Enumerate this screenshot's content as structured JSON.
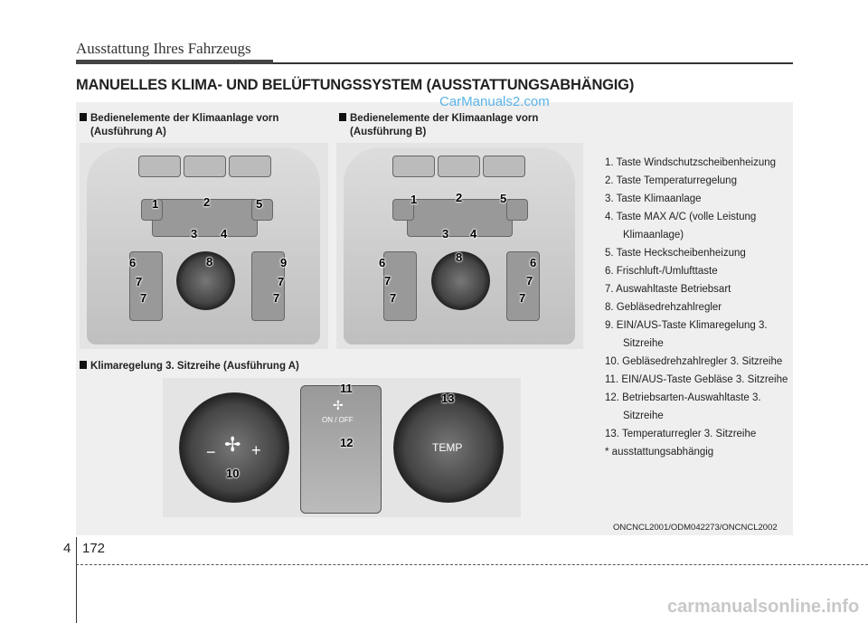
{
  "header": {
    "section": "Ausstattung Ihres Fahrzeugs"
  },
  "title": "MANUELLES KLIMA- UND BELÜFTUNGSSYSTEM (AUSSTATTUNGSABHÄNGIG)",
  "watermark": "CarManuals2.com",
  "captions": {
    "a": [
      "Bedienelemente der Klimaanlage vorn",
      "(Ausführung A)"
    ],
    "b": [
      "Bedienelemente der Klimaanlage vorn",
      "(Ausführung B)"
    ],
    "c": "Klimaregelung 3. Sitzreihe (Ausführung A)"
  },
  "callouts_a": [
    "1",
    "2",
    "5",
    "3",
    "4",
    "6",
    "8",
    "9",
    "7",
    "7",
    "7",
    "7"
  ],
  "callouts_b": [
    "1",
    "2",
    "5",
    "3",
    "4",
    "6",
    "8",
    "6",
    "7",
    "7",
    "7",
    "7"
  ],
  "callouts_c": [
    "11",
    "12",
    "10",
    "13"
  ],
  "panel_labels": {
    "onoff": "ON / OFF",
    "temp": "TEMP",
    "minus": "−",
    "plus": "+"
  },
  "legend": [
    "1. Taste Windschutzscheibenheizung",
    "2. Taste Temperaturregelung",
    "3. Taste Klimaanlage",
    "4. Taste MAX A/C (volle Leistung Klimaanlage)",
    "5. Taste Heckscheibenheizung",
    "6. Frischluft-/Umlufttaste",
    "7. Auswahltaste Betriebsart",
    "8. Gebläsedrehzahlregler",
    "9. EIN/AUS-Taste Klimaregelung 3. Sitzreihe",
    "10. Gebläsedrehzahlregler 3. Sitzreihe",
    "11. EIN/AUS-Taste Gebläse 3. Sitzreihe",
    "12. Betriebsarten-Auswahltaste 3. Sitzreihe",
    "13. Temperaturregler 3. Sitzreihe",
    "* ausstattungsabhängig"
  ],
  "image_code": "ONCNCL2001/ODM042273/ONCNCL2002",
  "page": {
    "chapter": "4",
    "number": "172"
  },
  "footer": "carmanualsonline.info"
}
